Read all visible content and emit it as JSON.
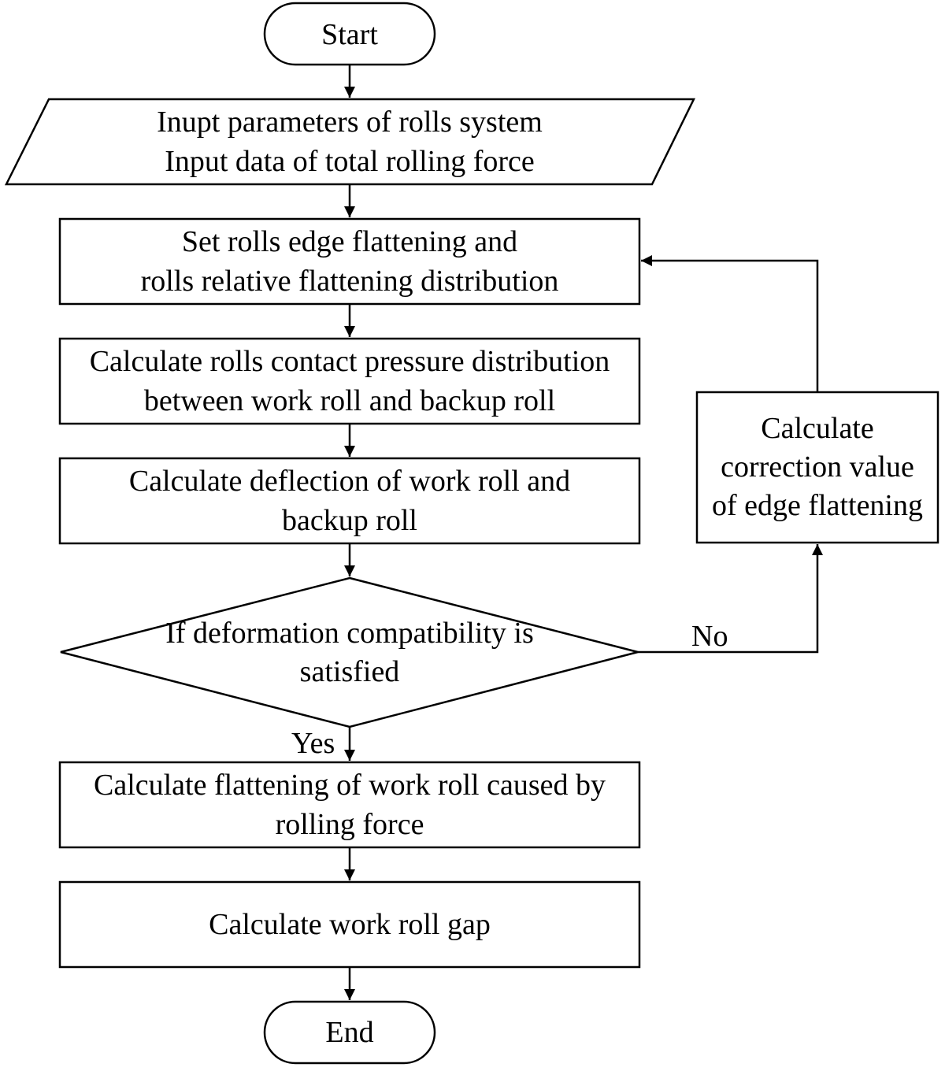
{
  "nodes": {
    "start": {
      "type": "terminator",
      "lines": [
        "Start"
      ]
    },
    "input": {
      "type": "data",
      "lines": [
        "Inupt parameters of rolls system",
        "Input data of total rolling force"
      ]
    },
    "set_flattening": {
      "type": "process",
      "lines": [
        "Set rolls edge flattening and",
        "rolls relative flattening distribution"
      ]
    },
    "contact_pressure": {
      "type": "process",
      "lines": [
        "Calculate rolls contact pressure distribution",
        "between work roll and backup roll"
      ]
    },
    "deflection": {
      "type": "process",
      "lines": [
        "Calculate deflection of work roll and",
        "backup roll"
      ]
    },
    "decision": {
      "type": "decision",
      "lines": [
        "If deformation compatibility is",
        "satisfied"
      ]
    },
    "correction": {
      "type": "process",
      "lines": [
        "Calculate",
        "correction value",
        "of edge flattening"
      ]
    },
    "work_roll_flattening": {
      "type": "process",
      "lines": [
        "Calculate flattening of work roll caused by",
        "rolling force"
      ]
    },
    "roll_gap": {
      "type": "process",
      "lines": [
        "Calculate work roll gap"
      ]
    },
    "end": {
      "type": "terminator",
      "lines": [
        "End"
      ]
    }
  },
  "edges": {
    "yes_label": "Yes",
    "no_label": "No"
  }
}
